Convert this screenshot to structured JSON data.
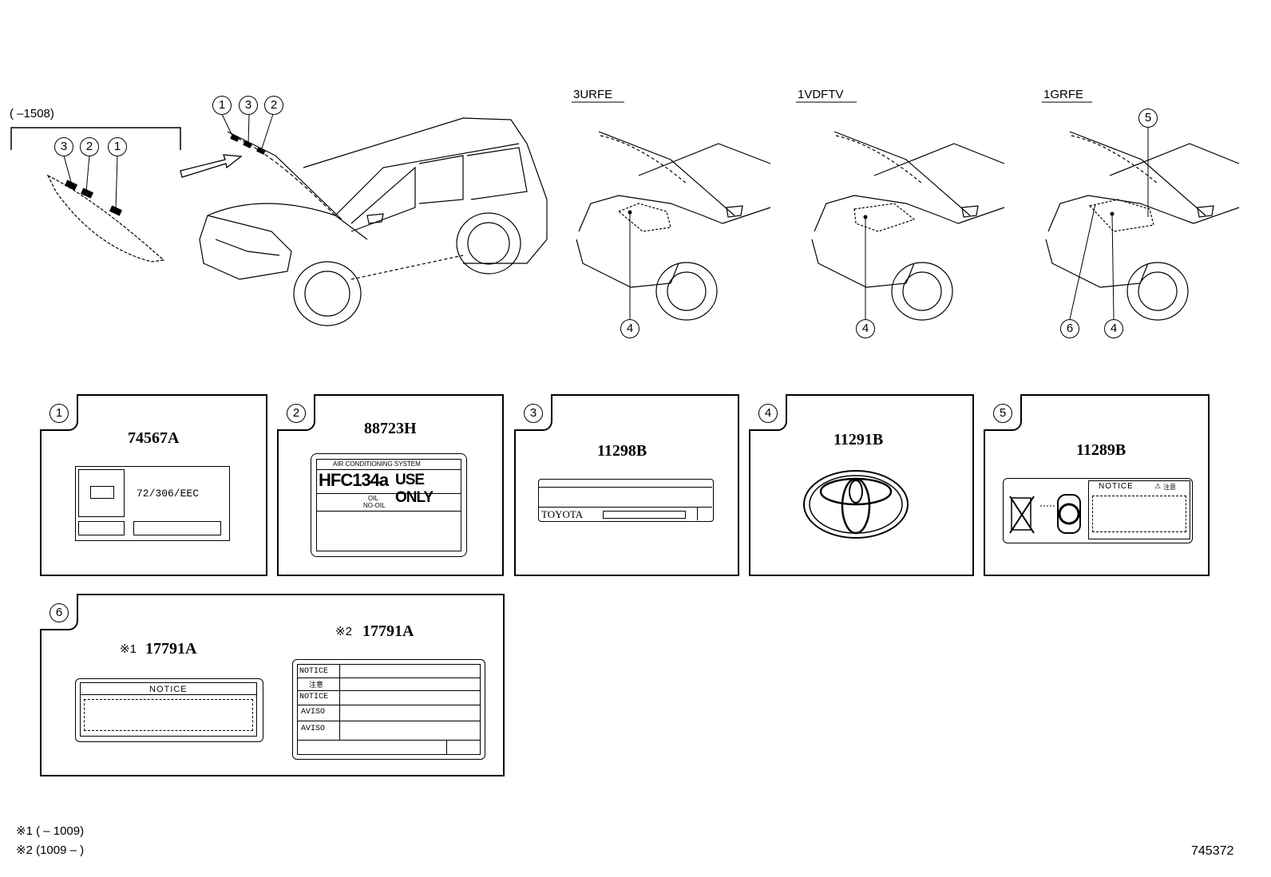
{
  "range_top": "(     –1508)",
  "engines": [
    "3URFE",
    "1VDFTV",
    "1GRFE"
  ],
  "callouts": [
    "1",
    "2",
    "3",
    "4",
    "5",
    "6"
  ],
  "parts": {
    "p1": {
      "no": "74567A",
      "label_text": "72/306/EEC"
    },
    "p2": {
      "no": "88723H",
      "header": "AIR CONDITIONING SYSTEM",
      "main": "HFC134a",
      "main2": "USE ONLY",
      "oil": "OIL",
      "nooil": "NO-OIL"
    },
    "p3": {
      "no": "11298B",
      "brand": "TOYOTA"
    },
    "p4": {
      "no": "11291B"
    },
    "p5": {
      "no": "11289B",
      "notice": "NOTICE",
      "caution": "注意"
    },
    "p6a": {
      "mark": "※1",
      "no": "17791A",
      "notice": "NOTICE"
    },
    "p6b": {
      "mark": "※2",
      "no": "17791A",
      "rows": [
        "NOTICE",
        "注意",
        "NOTICE",
        "AVISO",
        "AVISO"
      ]
    }
  },
  "footnotes": [
    "※1 (      – 1009)",
    "※2 (1009 –      )"
  ],
  "figure_no": "745372"
}
